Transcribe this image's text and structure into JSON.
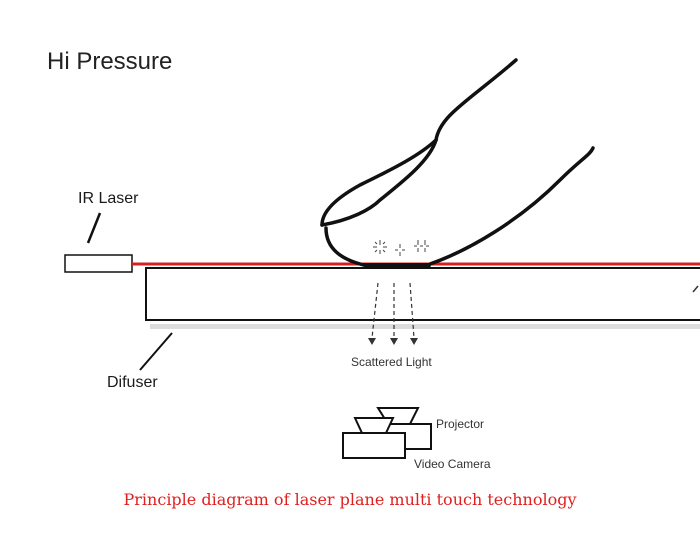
{
  "title": "Hi Pressure",
  "labels": {
    "ir_laser": "IR Laser",
    "difuser": "Difuser",
    "scattered_light": "Scattered Light",
    "projector": "Projector",
    "video_camera": "Video Camera"
  },
  "caption": "Principle diagram of laser plane multi touch technology",
  "colors": {
    "laser_beam": "#d42020",
    "caption": "#e02020",
    "outline": "#111111",
    "diffuser": "#dcdcdc"
  }
}
